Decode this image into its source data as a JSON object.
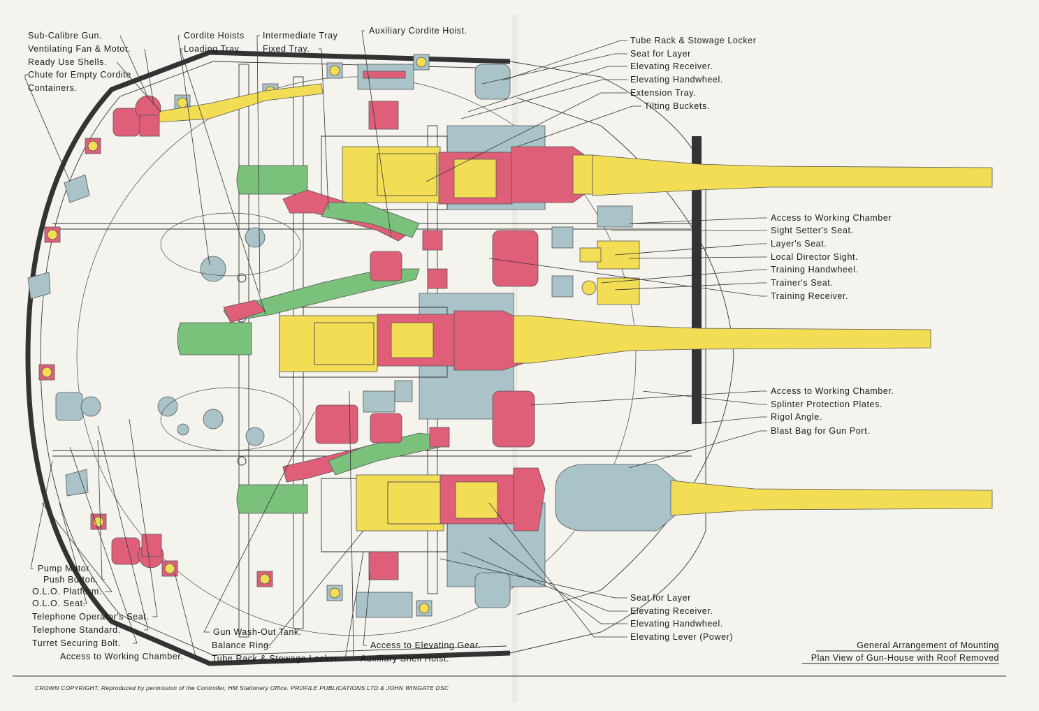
{
  "labels_top_left": [
    "Sub-Calibre Gun.",
    "Ventilating Fan & Motor.",
    "Ready Use Shells.",
    "Chute for Empty Cordite",
    "Containers."
  ],
  "labels_top_mid": [
    "Cordite Hoists",
    "Loading Tray.",
    "Intermediate Tray",
    "Fixed Tray.",
    "Auxiliary Cordite Hoist."
  ],
  "labels_top_right": [
    "Tube Rack & Stowage Locker",
    "Seat for Layer",
    "Elevating Receiver.",
    "Elevating Handwheel.",
    "Extension Tray.",
    "Tilting Buckets."
  ],
  "labels_mid_right": [
    "Access to Working Chamber",
    "Sight Setter's Seat.",
    "Layer's Seat.",
    "Local Director Sight.",
    "Training Handwheel.",
    "Trainer's Seat.",
    "Training Receiver."
  ],
  "labels_low_right": [
    "Access to Working Chamber.",
    "Splinter Protection Plates.",
    "Rigol Angle.",
    "Blast Bag for Gun Port."
  ],
  "labels_bottom_right": [
    "Seat for Layer",
    "Elevating Receiver.",
    "Elevating Handwheel.",
    "Elevating Lever (Power)"
  ],
  "labels_bottom_left": [
    "Pump Motor",
    "Push Button.",
    "O.L.O. Platform.",
    "O.L.O. Seat.",
    "Telephone Operator's Seat.",
    "Telephone Standard.",
    "Turret Securing Bolt.",
    "Access to Working Chamber."
  ],
  "labels_bottom_mid": [
    "Gun Wash-Out Tank.",
    "Balance Ring.",
    "Tube Rack & Stowage Locker.",
    "Access to Elevating Gear.",
    "Auxiliary Shell Hoist."
  ],
  "caption": {
    "line1": "General Arrangement of Mounting",
    "line2": "Plan View of Gun-House with Roof Removed"
  },
  "copyright": "CROWN COPYRIGHT, Reproduced by permission of the Controller, HM Stationery Office. PROFILE PUBLICATIONS LTD & JOHN WINGATE DSC",
  "colors": {
    "yellow": "#f2dd55",
    "red": "#df5f78",
    "blue_grey": "#a9c3c9",
    "green": "#7ac17c",
    "armour": "#333333"
  }
}
